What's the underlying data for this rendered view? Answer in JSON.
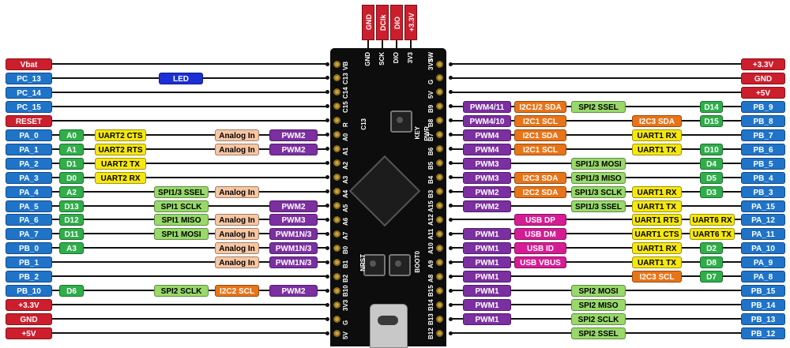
{
  "colors": {
    "pin_blue": "#1f74c9",
    "power_red": "#cc1e2c",
    "gpio_green": "#2fae4a",
    "uart_yellow": "#f5e70f",
    "analog_peach": "#f7c6a3",
    "pwm_purple": "#7b2fa1",
    "i2c_orange": "#e87418",
    "spi_lightgreen": "#98d96a",
    "usb_magenta": "#d61c94",
    "led_blue": "#1a2fd6",
    "board": "#0d0d0d"
  },
  "header": {
    "pins": [
      "GND",
      "DClk",
      "DIO",
      "+3.3V"
    ]
  },
  "board_silk": {
    "swd_labels": [
      "GND",
      "SCK",
      "DIO",
      "3V3"
    ],
    "sw_label": "SW",
    "left_pins": [
      "VB",
      "C13",
      "C14",
      "C15",
      "R",
      "A0",
      "A1",
      "A2",
      "A3",
      "A4",
      "A5",
      "A6",
      "A7",
      "B0",
      "B1",
      "B2",
      "B10",
      "3V3",
      "G",
      "5V"
    ],
    "right_pins": [
      "3V3",
      "G",
      "5V",
      "B9",
      "B8",
      "B7",
      "B6",
      "B5",
      "B4",
      "B3",
      "A15",
      "A12",
      "A11",
      "A10",
      "A9",
      "A8",
      "B15",
      "B14",
      "B13",
      "B12"
    ],
    "c13": "C13",
    "pwr": "PWR",
    "key": "KEY",
    "nrst": "NRST",
    "boot0": "BOOT0"
  },
  "left_rows": [
    {
      "pin": "Vbat",
      "pin_color": "red",
      "tags": []
    },
    {
      "pin": "PC_13",
      "pin_color": "blue",
      "tags": [
        {
          "t": "LED",
          "c": "led",
          "col": 2
        }
      ]
    },
    {
      "pin": "PC_14",
      "pin_color": "blue",
      "tags": []
    },
    {
      "pin": "PC_15",
      "pin_color": "blue",
      "tags": []
    },
    {
      "pin": "RESET",
      "pin_color": "red",
      "tags": []
    },
    {
      "pin": "PA_0",
      "pin_color": "blue",
      "tags": [
        {
          "t": "A0",
          "c": "gpio",
          "col": 0
        },
        {
          "t": "UART2 CTS",
          "c": "uart",
          "col": 1
        },
        {
          "t": "Analog In",
          "c": "analog",
          "col": 3
        },
        {
          "t": "PWM2",
          "c": "pwm",
          "col": 4
        }
      ]
    },
    {
      "pin": "PA_1",
      "pin_color": "blue",
      "tags": [
        {
          "t": "A1",
          "c": "gpio",
          "col": 0
        },
        {
          "t": "UART2 RTS",
          "c": "uart",
          "col": 1
        },
        {
          "t": "Analog In",
          "c": "analog",
          "col": 3
        },
        {
          "t": "PWM2",
          "c": "pwm",
          "col": 4
        }
      ]
    },
    {
      "pin": "PA_2",
      "pin_color": "blue",
      "tags": [
        {
          "t": "D1",
          "c": "gpio",
          "col": 0
        },
        {
          "t": "UART2 TX",
          "c": "uart",
          "col": 1
        }
      ]
    },
    {
      "pin": "PA_3",
      "pin_color": "blue",
      "tags": [
        {
          "t": "D0",
          "c": "gpio",
          "col": 0
        },
        {
          "t": "UART2 RX",
          "c": "uart",
          "col": 1
        }
      ]
    },
    {
      "pin": "PA_4",
      "pin_color": "blue",
      "tags": [
        {
          "t": "A2",
          "c": "gpio",
          "col": 0
        },
        {
          "t": "SPI1/3 SSEL",
          "c": "spi",
          "col": 2
        },
        {
          "t": "Analog In",
          "c": "analog",
          "col": 3
        }
      ]
    },
    {
      "pin": "PA_5",
      "pin_color": "blue",
      "tags": [
        {
          "t": "D13",
          "c": "gpio",
          "col": 0
        },
        {
          "t": "SPI1 SCLK",
          "c": "spi",
          "col": 2
        },
        {
          "t": "PWM2",
          "c": "pwm",
          "col": 4
        }
      ]
    },
    {
      "pin": "PA_6",
      "pin_color": "blue",
      "tags": [
        {
          "t": "D12",
          "c": "gpio",
          "col": 0
        },
        {
          "t": "SPI1 MISO",
          "c": "spi",
          "col": 2
        },
        {
          "t": "Analog In",
          "c": "analog",
          "col": 3
        },
        {
          "t": "PWM3",
          "c": "pwm",
          "col": 4
        }
      ]
    },
    {
      "pin": "PA_7",
      "pin_color": "blue",
      "tags": [
        {
          "t": "D11",
          "c": "gpio",
          "col": 0
        },
        {
          "t": "SPI1 MOSI",
          "c": "spi",
          "col": 2
        },
        {
          "t": "Analog In",
          "c": "analog",
          "col": 3
        },
        {
          "t": "PWM1N/3",
          "c": "pwm",
          "col": 4
        }
      ]
    },
    {
      "pin": "PB_0",
      "pin_color": "blue",
      "tags": [
        {
          "t": "A3",
          "c": "gpio",
          "col": 0
        },
        {
          "t": "Analog In",
          "c": "analog",
          "col": 3
        },
        {
          "t": "PWM1N/3",
          "c": "pwm",
          "col": 4
        }
      ]
    },
    {
      "pin": "PB_1",
      "pin_color": "blue",
      "tags": [
        {
          "t": "Analog In",
          "c": "analog",
          "col": 3
        },
        {
          "t": "PWM1N/3",
          "c": "pwm",
          "col": 4
        }
      ]
    },
    {
      "pin": "PB_2",
      "pin_color": "blue",
      "tags": []
    },
    {
      "pin": "PB_10",
      "pin_color": "blue",
      "tags": [
        {
          "t": "D6",
          "c": "gpio",
          "col": 0
        },
        {
          "t": "SPI2 SCLK",
          "c": "spi",
          "col": 2
        },
        {
          "t": "I2C2 SCL",
          "c": "i2c",
          "col": 3
        },
        {
          "t": "PWM2",
          "c": "pwm",
          "col": 4
        }
      ]
    },
    {
      "pin": "+3.3V",
      "pin_color": "red",
      "tags": []
    },
    {
      "pin": "GND",
      "pin_color": "red",
      "tags": []
    },
    {
      "pin": "+5V",
      "pin_color": "red",
      "tags": []
    }
  ],
  "right_rows": [
    {
      "pin": "+3.3V",
      "pin_color": "red",
      "tags": []
    },
    {
      "pin": "GND",
      "pin_color": "red",
      "tags": []
    },
    {
      "pin": "+5V",
      "pin_color": "red",
      "tags": []
    },
    {
      "pin": "PB_9",
      "pin_color": "blue",
      "tags": [
        {
          "t": "PWM4/11",
          "c": "pwm",
          "col": 0
        },
        {
          "t": "I2C1/2 SDA",
          "c": "i2c",
          "col": 1
        },
        {
          "t": "SPI2 SSEL",
          "c": "spi",
          "col": 2
        },
        {
          "t": "D14",
          "c": "gpio",
          "col": 5
        }
      ]
    },
    {
      "pin": "PB_8",
      "pin_color": "blue",
      "tags": [
        {
          "t": "PWM4/10",
          "c": "pwm",
          "col": 0
        },
        {
          "t": "I2C1 SCL",
          "c": "i2c",
          "col": 1
        },
        {
          "t": "I2C3 SDA",
          "c": "i2c",
          "col": 3
        },
        {
          "t": "D15",
          "c": "gpio",
          "col": 5
        }
      ]
    },
    {
      "pin": "PB_7",
      "pin_color": "blue",
      "tags": [
        {
          "t": "PWM4",
          "c": "pwm",
          "col": 0
        },
        {
          "t": "I2C1 SDA",
          "c": "i2c",
          "col": 1
        },
        {
          "t": "UART1 RX",
          "c": "uart",
          "col": 3
        }
      ]
    },
    {
      "pin": "PB_6",
      "pin_color": "blue",
      "tags": [
        {
          "t": "PWM4",
          "c": "pwm",
          "col": 0
        },
        {
          "t": "I2C1 SCL",
          "c": "i2c",
          "col": 1
        },
        {
          "t": "UART1 TX",
          "c": "uart",
          "col": 3
        },
        {
          "t": "D10",
          "c": "gpio",
          "col": 5
        }
      ]
    },
    {
      "pin": "PB_5",
      "pin_color": "blue",
      "tags": [
        {
          "t": "PWM3",
          "c": "pwm",
          "col": 0
        },
        {
          "t": "SPI1/3 MOSI",
          "c": "spi",
          "col": 2
        },
        {
          "t": "D4",
          "c": "gpio",
          "col": 5
        }
      ]
    },
    {
      "pin": "PB_4",
      "pin_color": "blue",
      "tags": [
        {
          "t": "PWM3",
          "c": "pwm",
          "col": 0
        },
        {
          "t": "I2C3 SDA",
          "c": "i2c",
          "col": 1
        },
        {
          "t": "SPI1/3 MISO",
          "c": "spi",
          "col": 2
        },
        {
          "t": "D5",
          "c": "gpio",
          "col": 5
        }
      ]
    },
    {
      "pin": "PB_3",
      "pin_color": "blue",
      "tags": [
        {
          "t": "PWM2",
          "c": "pwm",
          "col": 0
        },
        {
          "t": "I2C2 SDA",
          "c": "i2c",
          "col": 1
        },
        {
          "t": "SPI1/3 SCLK",
          "c": "spi",
          "col": 2
        },
        {
          "t": "UART1 RX",
          "c": "uart",
          "col": 3
        },
        {
          "t": "D3",
          "c": "gpio",
          "col": 5
        }
      ]
    },
    {
      "pin": "PA_15",
      "pin_color": "blue",
      "tags": [
        {
          "t": "PWM2",
          "c": "pwm",
          "col": 0
        },
        {
          "t": "SPI1/3 SSEL",
          "c": "spi",
          "col": 2
        },
        {
          "t": "UART1 TX",
          "c": "uart",
          "col": 3
        }
      ]
    },
    {
      "pin": "PA_12",
      "pin_color": "blue",
      "tags": [
        {
          "t": "USB DP",
          "c": "usb",
          "col": 1
        },
        {
          "t": "UART1 RTS",
          "c": "uart",
          "col": 3
        },
        {
          "t": "UART6 RX",
          "c": "uart",
          "col": 4
        }
      ]
    },
    {
      "pin": "PA_11",
      "pin_color": "blue",
      "tags": [
        {
          "t": "PWM1",
          "c": "pwm",
          "col": 0
        },
        {
          "t": "USB DM",
          "c": "usb",
          "col": 1
        },
        {
          "t": "UART1 CTS",
          "c": "uart",
          "col": 3
        },
        {
          "t": "UART6 TX",
          "c": "uart",
          "col": 4
        }
      ]
    },
    {
      "pin": "PA_10",
      "pin_color": "blue",
      "tags": [
        {
          "t": "PWM1",
          "c": "pwm",
          "col": 0
        },
        {
          "t": "USB ID",
          "c": "usb",
          "col": 1
        },
        {
          "t": "UART1 RX",
          "c": "uart",
          "col": 3
        },
        {
          "t": "D2",
          "c": "gpio",
          "col": 5
        }
      ]
    },
    {
      "pin": "PA_9",
      "pin_color": "blue",
      "tags": [
        {
          "t": "PWM1",
          "c": "pwm",
          "col": 0
        },
        {
          "t": "USB VBUS",
          "c": "usb",
          "col": 1
        },
        {
          "t": "UART1 TX",
          "c": "uart",
          "col": 3
        },
        {
          "t": "D8",
          "c": "gpio",
          "col": 5
        }
      ]
    },
    {
      "pin": "PA_8",
      "pin_color": "blue",
      "tags": [
        {
          "t": "PWM1",
          "c": "pwm",
          "col": 0
        },
        {
          "t": "I2C3 SCL",
          "c": "i2c",
          "col": 3
        },
        {
          "t": "D7",
          "c": "gpio",
          "col": 5
        }
      ]
    },
    {
      "pin": "PB_15",
      "pin_color": "blue",
      "tags": [
        {
          "t": "PWM1",
          "c": "pwm",
          "col": 0
        },
        {
          "t": "SPI2 MOSI",
          "c": "spi",
          "col": 2
        }
      ]
    },
    {
      "pin": "PB_14",
      "pin_color": "blue",
      "tags": [
        {
          "t": "PWM1",
          "c": "pwm",
          "col": 0
        },
        {
          "t": "SPI2 MISO",
          "c": "spi",
          "col": 2
        }
      ]
    },
    {
      "pin": "PB_13",
      "pin_color": "blue",
      "tags": [
        {
          "t": "PWM1",
          "c": "pwm",
          "col": 0
        },
        {
          "t": "SPI2 SCLK",
          "c": "spi",
          "col": 2
        }
      ]
    },
    {
      "pin": "PB_12",
      "pin_color": "blue",
      "tags": [
        {
          "t": "SPI2 SSEL",
          "c": "spi",
          "col": 2
        }
      ]
    }
  ]
}
